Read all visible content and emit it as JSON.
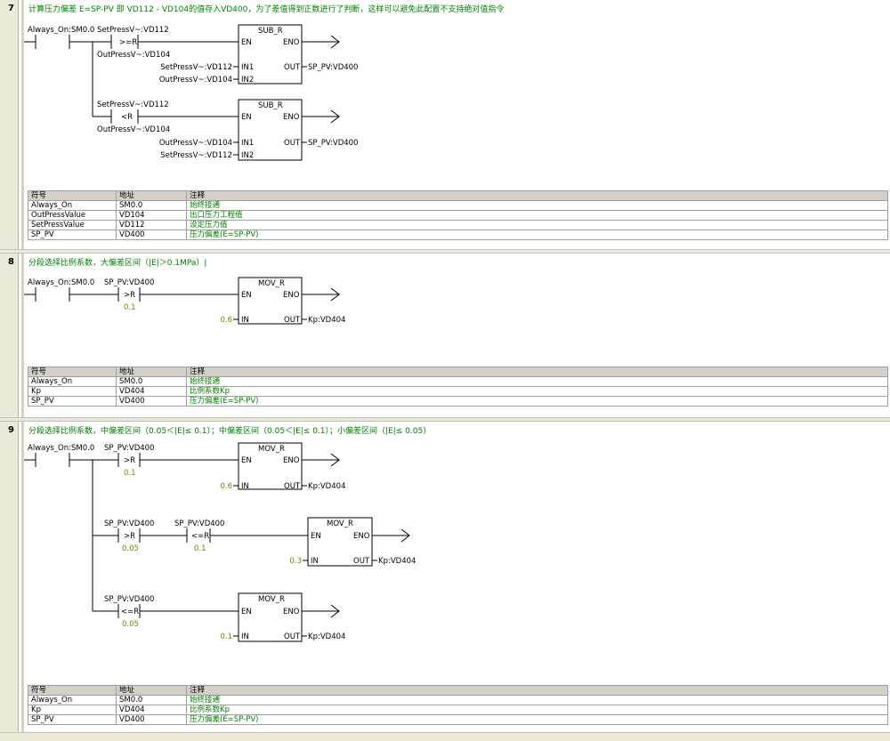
{
  "networks": [
    {
      "number": "7",
      "title": "计算压力偏差 E=SP-PV  即 VD112 - VD104的值存入VD400，为了差值得到正数进行了判断，这样可以避免此配置不支持绝对值指令",
      "contact_label": "Always_On:SM0.0",
      "rungs": [
        {
          "cmp_top": "SetPressV~:VD112",
          "cmp_op": ">=R",
          "cmp_bottom": "OutPressV~:VD104",
          "block": "SUB_R",
          "en": "EN",
          "eno": "ENO",
          "in1": "IN1",
          "in2": "IN2",
          "out": "OUT",
          "in1_val": "SetPressV~:VD112",
          "in2_val": "OutPressV~:VD104",
          "out_val": "SP_PV:VD400"
        },
        {
          "cmp_top": "SetPressV~:VD112",
          "cmp_op": "<R",
          "cmp_bottom": "OutPressV~:VD104",
          "block": "SUB_R",
          "en": "EN",
          "eno": "ENO",
          "in1": "IN1",
          "in2": "IN2",
          "out": "OUT",
          "in1_val": "OutPressV~:VD104",
          "in2_val": "SetPressV~:VD112",
          "out_val": "SP_PV:VD400"
        }
      ],
      "symbols": {
        "headers": [
          "符号",
          "地址",
          "注释"
        ],
        "rows": [
          [
            "Always_On",
            "SM0.0",
            "始终接通"
          ],
          [
            "OutPressValue",
            "VD104",
            "出口压力工程值"
          ],
          [
            "SetPressValue",
            "VD112",
            "设定压力值"
          ],
          [
            "SP_PV",
            "VD400",
            "压力偏差(E=SP-PV)"
          ]
        ]
      }
    },
    {
      "number": "8",
      "title": "分段选择比例系数，大偏差区间（|E|＞0.1MPa）|",
      "contact_label": "Always_On:SM0.0",
      "rungs": [
        {
          "cmp_top": "SP_PV:VD400",
          "cmp_op": ">R",
          "cmp_bottom": "0.1",
          "block": "MOV_R",
          "en": "EN",
          "eno": "ENO",
          "in": "IN",
          "out": "OUT",
          "in_val": "0.6",
          "out_val": "Kp:VD404"
        }
      ],
      "symbols": {
        "headers": [
          "符号",
          "地址",
          "注释"
        ],
        "rows": [
          [
            "Always_On",
            "SM0.0",
            "始终接通"
          ],
          [
            "Kp",
            "VD404",
            "比例系数Kp"
          ],
          [
            "SP_PV",
            "VD400",
            "压力偏差(E=SP-PV)"
          ]
        ]
      }
    },
    {
      "number": "9",
      "title": "分段选择比例系数，中偏差区间（0.05＜|E|≤ 0.1）；中偏差区间（0.05＜|E|≤ 0.1）；小偏差区间（|E|≤ 0.05）",
      "contact_label": "Always_On:SM0.0",
      "rungs": [
        {
          "cmp_top": "SP_PV:VD400",
          "cmp_op": ">R",
          "cmp_bottom": "0.1",
          "block": "MOV_R",
          "en": "EN",
          "eno": "ENO",
          "in": "IN",
          "out": "OUT",
          "in_val": "0.6",
          "out_val": "Kp:VD404"
        },
        {
          "cmp_top": "SP_PV:VD400",
          "cmp_op": ">R",
          "cmp_bottom": "0.05",
          "cmp2_top": "SP_PV:VD400",
          "cmp2_op": "<=R",
          "cmp2_bottom": "0.1",
          "block": "MOV_R",
          "en": "EN",
          "eno": "ENO",
          "in": "IN",
          "out": "OUT",
          "in_val": "0.3",
          "out_val": "Kp:VD404"
        },
        {
          "cmp_top": "SP_PV:VD400",
          "cmp_op": "<=R",
          "cmp_bottom": "0.05",
          "block": "MOV_R",
          "en": "EN",
          "eno": "ENO",
          "in": "IN",
          "out": "OUT",
          "in_val": "0.1",
          "out_val": "Kp:VD404"
        }
      ],
      "symbols": {
        "headers": [
          "符号",
          "地址",
          "注释"
        ],
        "rows": [
          [
            "Always_On",
            "SM0.0",
            "始终接通"
          ],
          [
            "Kp",
            "VD404",
            "比例系数Kp"
          ],
          [
            "SP_PV",
            "VD400",
            "压力偏差(E=SP-PV)"
          ]
        ]
      }
    }
  ]
}
